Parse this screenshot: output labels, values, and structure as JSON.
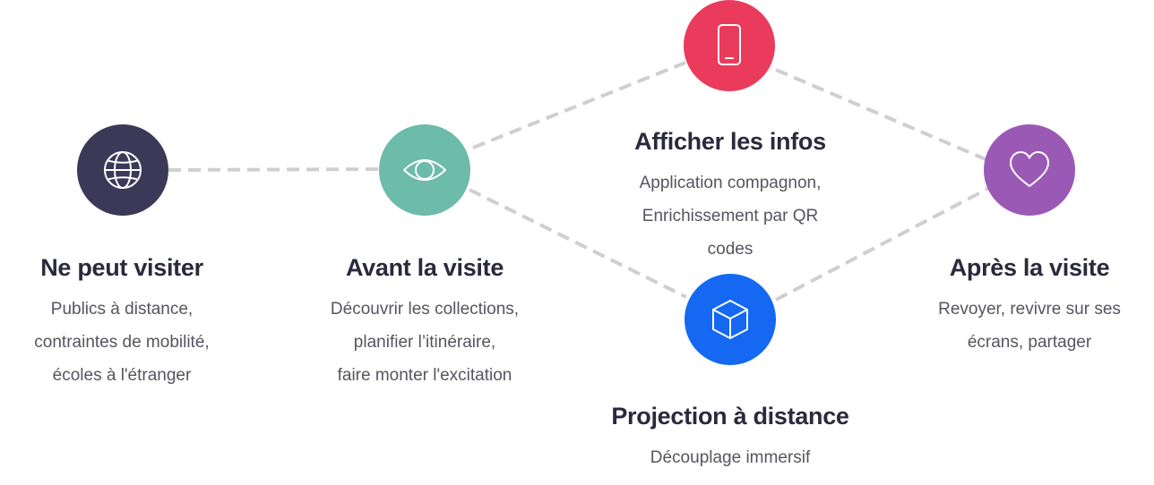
{
  "colors": {
    "globe": "#3b3858",
    "eye": "#6dbbaa",
    "phone": "#ea3b5c",
    "cube": "#1468f2",
    "heart": "#9b59b6",
    "connector": "#cfcfcf"
  },
  "nodes": {
    "remote": {
      "icon": "globe-icon",
      "title": "Ne peut visiter",
      "lines": [
        "Publics à distance,",
        "contraintes de mobilité,",
        "écoles à l'étranger"
      ]
    },
    "before": {
      "icon": "eye-icon",
      "title": "Avant la visite",
      "lines": [
        "Découvrir les collections,",
        "planifier l’itinéraire,",
        "faire monter l'excitation"
      ]
    },
    "info": {
      "icon": "smartphone-icon",
      "title": "Afficher les infos",
      "lines": [
        "Application compagnon,",
        "Enrichissement par QR",
        "codes"
      ]
    },
    "projection": {
      "icon": "cube-icon",
      "title": "Projection à distance",
      "lines": [
        "Découplage immersif"
      ]
    },
    "after": {
      "icon": "heart-icon",
      "title": "Après la visite",
      "lines": [
        "Revoyer, revivre sur ses",
        "écrans, partager"
      ]
    }
  }
}
